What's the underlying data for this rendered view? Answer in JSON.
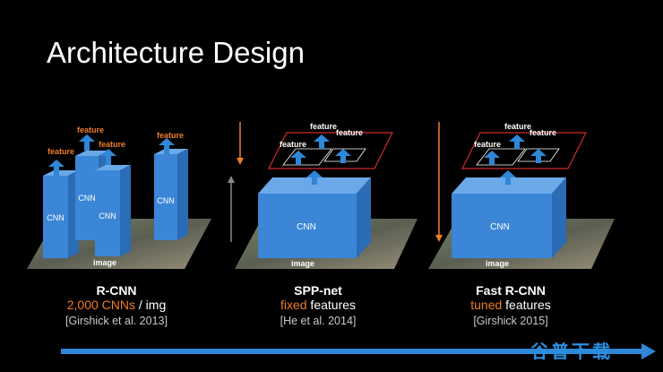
{
  "slide": {
    "title": "Architecture Design"
  },
  "labels": {
    "feature": "feature",
    "cnn": "CNN",
    "image": "image"
  },
  "columns": [
    {
      "name": "R-CNN",
      "highlight": "2,000 CNNs",
      "rest": " / img",
      "citation": "[Girshick et al. 2013]"
    },
    {
      "name": "SPP-net",
      "highlight": "fixed",
      "rest": " features",
      "citation": "[He et al. 2014]"
    },
    {
      "name": "Fast R-CNN",
      "highlight": "tuned",
      "rest": " features",
      "citation": "[Girshick 2015]"
    }
  ],
  "watermark": "谷普下载",
  "colors": {
    "accent": "#ef7d2a",
    "box": "#3b86d6",
    "arrow": "#2f87d8",
    "region": "#d42a2a",
    "background": "#000000"
  }
}
